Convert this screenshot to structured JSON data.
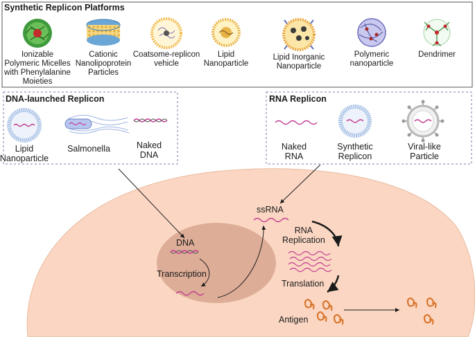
{
  "top_panel": {
    "title": "Synthetic  Replicon Platforms",
    "items": [
      {
        "lines": [
          "Ionizable",
          "Polymeric Micelles",
          "with Phenylalanine",
          "Moieties"
        ]
      },
      {
        "lines": [
          "Cationic",
          "Nanolipoprotein",
          "Particles"
        ]
      },
      {
        "lines": [
          "Coatsome-replicon",
          "vehicle"
        ]
      },
      {
        "lines": [
          "Lipid",
          "Nanoparticle"
        ]
      },
      {
        "lines": [
          "Lipid Inorganic",
          "Nanoparticle"
        ]
      },
      {
        "lines": [
          "Polymeric",
          "nanoparticle"
        ]
      },
      {
        "lines": [
          "Dendrimer"
        ]
      }
    ]
  },
  "dna_panel": {
    "title": "DNA-launched Replicon",
    "items": [
      {
        "lines": [
          "Lipid",
          "Nanoparticle"
        ]
      },
      {
        "lines": [
          "Salmonella"
        ]
      },
      {
        "lines": [
          "Naked",
          "DNA"
        ]
      }
    ]
  },
  "rna_panel": {
    "title": "RNA Replicon",
    "items": [
      {
        "lines": [
          "Naked",
          "RNA"
        ]
      },
      {
        "lines": [
          "Synthetic",
          "Replicon"
        ]
      },
      {
        "lines": [
          "Viral-like",
          "Particle"
        ]
      }
    ]
  },
  "cell": {
    "dna": "DNA",
    "transcription": "Transcription",
    "ssrna": "ssRNA",
    "rna_replication": [
      "RNA",
      "Replication"
    ],
    "translation": "Translation",
    "antigen": "Antigen"
  },
  "colors": {
    "cell_fill": "#fbd7c3",
    "nucleus_fill": "#d9a892",
    "strand": "#c33c93",
    "antigen": "#d9762e",
    "box_border": "#7a7fa6",
    "bilayer": "#a9c2e6"
  }
}
